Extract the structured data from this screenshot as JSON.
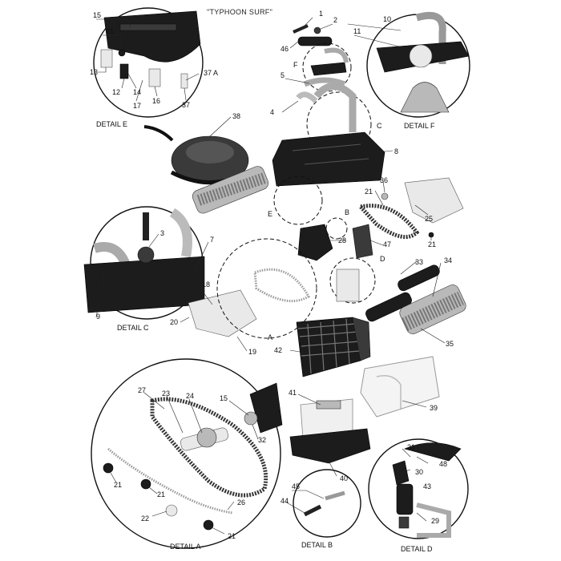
{
  "title": "\"TYPHOON SURF\"",
  "details": {
    "e": "DETAIL E",
    "f": "DETAIL F",
    "c": "DETAIL C",
    "a": "DETAIL A",
    "b": "DETAIL B",
    "d": "DETAIL D"
  },
  "refs": {
    "a": "A",
    "b": "B",
    "c": "C",
    "d": "D",
    "e": "E",
    "f": "F"
  },
  "parts": {
    "p1": "1",
    "p2": "2",
    "p3": "3",
    "p4": "4",
    "p5": "5",
    "p7": "7",
    "p8": "8",
    "p9": "9",
    "p10": "10",
    "p11": "11",
    "p12": "12",
    "p13": "13",
    "p14": "14",
    "p15": "15",
    "p15b": "15",
    "p16": "16",
    "p17": "17",
    "p18": "18",
    "p19": "19",
    "p20": "20",
    "p21a": "21",
    "p21b": "21",
    "p21c": "21",
    "p21d": "21",
    "p21e": "21",
    "p21f": "21",
    "p22": "22",
    "p23": "23",
    "p24": "24",
    "p25": "25",
    "p26": "26",
    "p27": "27",
    "p28": "28",
    "p29": "29",
    "p30": "30",
    "p31": "31",
    "p32": "32",
    "p33": "33",
    "p34": "34",
    "p35": "35",
    "p36": "36",
    "p37": "37",
    "p37a": "37 A",
    "p38": "38",
    "p39": "39",
    "p40": "40",
    "p41": "41",
    "p42": "42",
    "p43": "43",
    "p44": "44",
    "p45": "45",
    "p46": "46",
    "p47": "47",
    "p48": "48"
  }
}
